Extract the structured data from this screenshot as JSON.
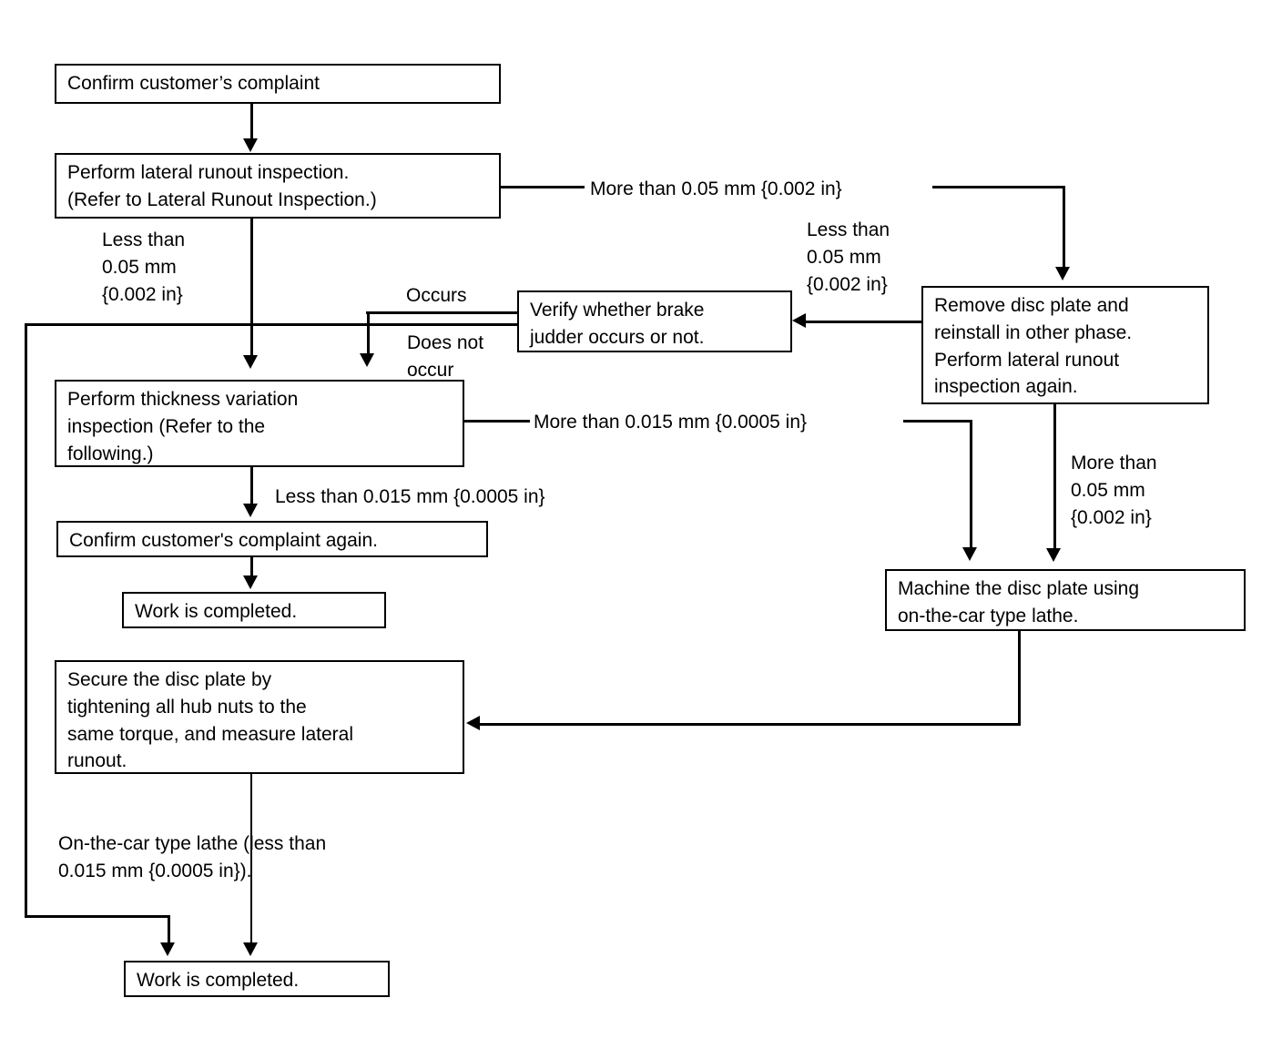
{
  "diagram": {
    "title": "Brake judder / disc plate lateral runout diagnostic flowchart",
    "type": "flowchart",
    "colors": {
      "stroke": "#000000",
      "background": "#ffffff",
      "text": "#000000"
    },
    "nodes": [
      {
        "id": "confirm-complaint",
        "text": "Confirm customer’s complaint"
      },
      {
        "id": "lateral-runout-inspection",
        "text": "Perform lateral runout inspection.\n(Refer to Lateral Runout Inspection.)"
      },
      {
        "id": "verify-brake-judder",
        "text": "Verify whether brake\njudder occurs or not."
      },
      {
        "id": "remove-disc-plate",
        "text": "Remove disc plate and\nreinstall in other phase.\nPerform lateral runout\ninspection again."
      },
      {
        "id": "thickness-variation-inspection",
        "text": "Perform thickness variation\ninspection (Refer to the\nfollowing.)"
      },
      {
        "id": "confirm-complaint-again",
        "text": "Confirm customer's complaint again."
      },
      {
        "id": "work-completed-upper",
        "text": "Work is completed."
      },
      {
        "id": "machine-disc-plate",
        "text": "Machine the disc plate using\non-the-car type lathe."
      },
      {
        "id": "secure-disc-plate",
        "text": "Secure the disc plate by\ntightening all hub nuts to the\nsame torque, and measure lateral\nrunout."
      },
      {
        "id": "work-completed-lower",
        "text": "Work is completed."
      }
    ],
    "edge_labels": [
      {
        "id": "more-than-005-top",
        "text": "More than 0.05 mm {0.002 in}"
      },
      {
        "id": "less-than-005-left",
        "text": "Less than\n0.05 mm\n{0.002 in}"
      },
      {
        "id": "less-than-005-right",
        "text": "Less than\n0.05 mm\n{0.002 in}"
      },
      {
        "id": "occurs",
        "text": "Occurs"
      },
      {
        "id": "does-not-occur",
        "text": "Does not\noccur"
      },
      {
        "id": "more-than-0015",
        "text": "More than 0.015 mm {0.0005 in}"
      },
      {
        "id": "less-than-0015",
        "text": "Less than 0.015 mm {0.0005 in}"
      },
      {
        "id": "more-than-005-lower-right",
        "text": "More than\n0.05 mm\n{0.002 in}"
      },
      {
        "id": "on-the-car-lathe-note",
        "text": "On-the-car type lathe (less than\n0.015 mm {0.0005 in})."
      }
    ]
  }
}
